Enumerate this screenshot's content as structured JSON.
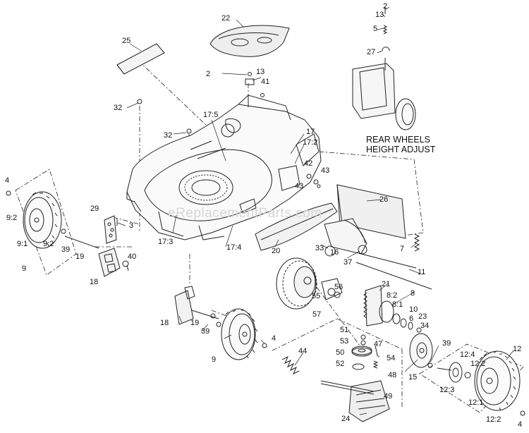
{
  "diagram": {
    "watermark": "eReplacementParts.com",
    "inset_caption_line1": "REAR WHEELS",
    "inset_caption_line2": "HEIGHT ADJUST",
    "part_labels": [
      "2",
      "13",
      "5",
      "27",
      "22",
      "25",
      "2",
      "13",
      "41",
      "32",
      "17:5",
      "32",
      "17",
      "17:2",
      "42",
      "43",
      "43",
      "26",
      "4",
      "9:2",
      "9:1",
      "9:2",
      "39",
      "9",
      "29",
      "3",
      "19",
      "40",
      "18",
      "17:3",
      "17:4",
      "20",
      "33",
      "16",
      "37",
      "7",
      "11",
      "21",
      "8:2",
      "8",
      "8:1",
      "10",
      "6",
      "23",
      "34",
      "55",
      "56",
      "57",
      "18",
      "19",
      "39",
      "4",
      "9",
      "51",
      "53",
      "47",
      "50",
      "54",
      "44",
      "52",
      "48",
      "49",
      "24",
      "15",
      "39",
      "12",
      "12:4",
      "12:2",
      "12:3",
      "12:1",
      "12:2",
      "4"
    ]
  }
}
